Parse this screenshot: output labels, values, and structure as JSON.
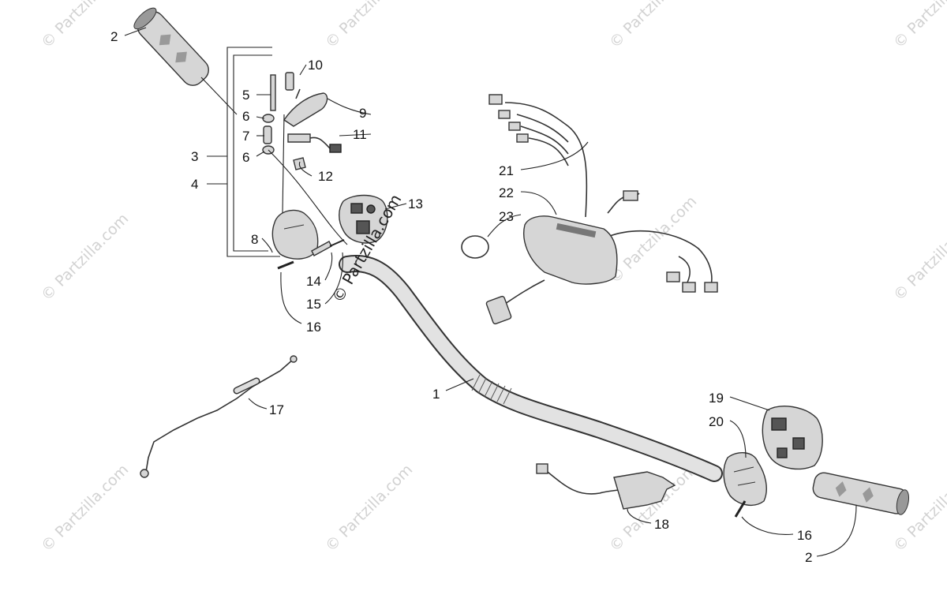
{
  "watermark": "© Partzilla.com",
  "credit": "© Partzilla.com",
  "labels": {
    "p1": "1",
    "p2a": "2",
    "p2b": "2",
    "p3": "3",
    "p4": "4",
    "p5": "5",
    "p6a": "6",
    "p6b": "6",
    "p7": "7",
    "p8": "8",
    "p9": "9",
    "p10": "10",
    "p11": "11",
    "p12": "12",
    "p13": "13",
    "p14": "14",
    "p15": "15",
    "p16a": "16",
    "p16b": "16",
    "p17": "17",
    "p18": "18",
    "p19": "19",
    "p20": "20",
    "p21": "21",
    "p22": "22",
    "p23": "23"
  }
}
